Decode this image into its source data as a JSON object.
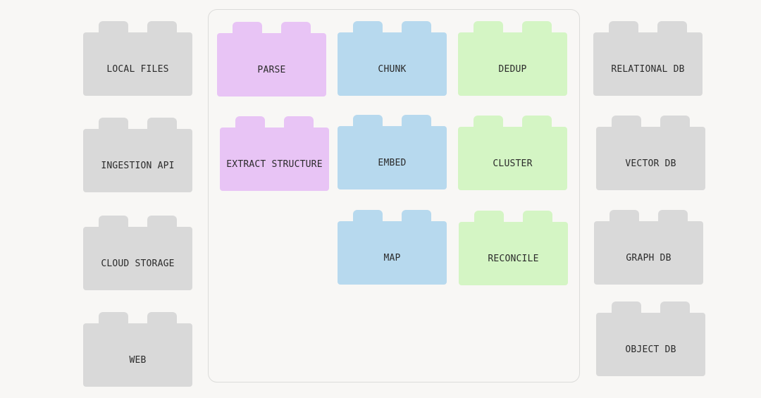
{
  "sources": [
    {
      "label": "LOCAL FILES"
    },
    {
      "label": "INGESTION API"
    },
    {
      "label": "CLOUD STORAGE"
    },
    {
      "label": "WEB"
    }
  ],
  "pipeline": {
    "parse_column": [
      {
        "label": "PARSE"
      },
      {
        "label": "EXTRACT STRUCTURE"
      }
    ],
    "transform_column": [
      {
        "label": "CHUNK"
      },
      {
        "label": "EMBED"
      },
      {
        "label": "MAP"
      }
    ],
    "resolve_column": [
      {
        "label": "DEDUP"
      },
      {
        "label": "CLUSTER"
      },
      {
        "label": "RECONCILE"
      }
    ]
  },
  "destinations": [
    {
      "label": "RELATIONAL DB"
    },
    {
      "label": "VECTOR DB"
    },
    {
      "label": "GRAPH DB"
    },
    {
      "label": "OBJECT DB"
    }
  ],
  "colors": {
    "background": "#f8f7f5",
    "source_block": "#d9d9d9",
    "parse_block": "#e8c4f5",
    "transform_block": "#b7d9ee",
    "resolve_block": "#d4f5c4",
    "frame_border": "#dcdcda",
    "text": "#2b2b2b"
  }
}
